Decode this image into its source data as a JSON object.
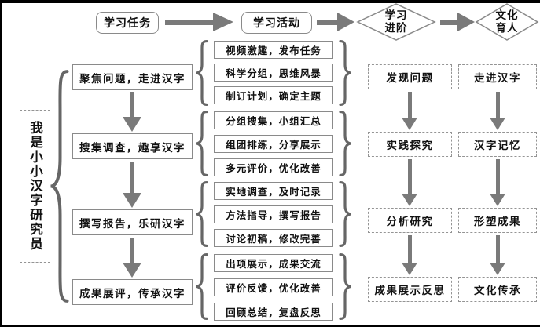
{
  "header": {
    "task": "学习任务",
    "activity": "学习活动",
    "progression_line1": "学习",
    "progression_line2": "进阶",
    "culture_line1": "文化",
    "culture_line2": "育人"
  },
  "side_label": "我是小小汉字研究员",
  "stages": [
    {
      "label": "聚焦问题，走进汉字",
      "activities": [
        "视频激趣，发布任务",
        "科学分组，思维风暴",
        "制订计划，确定主题"
      ],
      "progression": "发现问题",
      "culture": "走进汉字"
    },
    {
      "label": "搜集调查，趣享汉字",
      "activities": [
        "分组搜集，小组汇总",
        "组团排练，分享展示",
        "多元评价，优化改善"
      ],
      "progression": "实践探究",
      "culture": "汉字记忆"
    },
    {
      "label": "撰写报告，乐研汉字",
      "activities": [
        "实地调查，及时记录",
        "方法指导，撰写报告",
        "讨论初稿，修改完善"
      ],
      "progression": "分析研究",
      "culture": "形塑成果"
    },
    {
      "label": "成果展评，传承汉字",
      "activities": [
        "出项展示，成果交流",
        "评价反馈，优化改善",
        "回顾总结，复盘反思"
      ],
      "progression": "成果展示反思",
      "culture": "文化传承"
    }
  ],
  "colors": {
    "box_border": "#8a8a8a",
    "arrow": "#7a7a7a",
    "brace": "#666666",
    "text": "#111111",
    "frame": "#000000",
    "background": "#ffffff"
  }
}
